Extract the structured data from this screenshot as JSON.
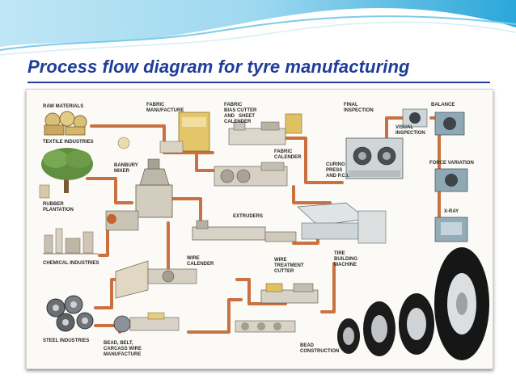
{
  "title": "Process flow diagram for tyre manufacturing",
  "colors": {
    "title": "#1f3d99",
    "flow": "#c4632e",
    "wave": "#2aa7d9"
  },
  "labels": {
    "raw_materials": "RAW MATERIALS",
    "textile_industries": "TEXTILE INDUSTRIES",
    "fabric_manufacture_1": "FABRIC",
    "fabric_manufacture_2": "MANUFACTURE",
    "fabric_bias_1": "FABRIC",
    "fabric_bias_2": "BIAS CUTTER",
    "fabric_bias_3": "AND",
    "fabric_bias_4": "SHEET",
    "fabric_bias_5": "CALENDER",
    "final_inspection_1": "FINAL",
    "final_inspection_2": "INSPECTION",
    "visual_inspection_1": "VISUAL",
    "visual_inspection_2": "INSPECTION",
    "balance": "BALANCE",
    "banbury_mixer_1": "BANBURY",
    "banbury_mixer_2": "MIXER",
    "fabric_calender_1": "FABRIC",
    "fabric_calender_2": "CALENDER",
    "curing_press_1": "CURING",
    "curing_press_2": "PRESS",
    "curing_press_3": "AND P.C.I.",
    "force_variation": "FORCE VARIATION",
    "rubber_plantation_1": "RUBBER",
    "rubber_plantation_2": "PLANTATION",
    "extruders": "EXTRUDERS",
    "x_ray": "X-RAY",
    "chemical_industries": "CHEMICAL INDUSTRIES",
    "tire_building_1": "TIRE",
    "tire_building_2": "BUILDING",
    "tire_building_3": "MACHINE",
    "wire_calender_1": "WIRE",
    "wire_calender_2": "CALENDER",
    "wire_treatment_1": "WIRE",
    "wire_treatment_2": "TREATMENT",
    "wire_treatment_3": "CUTTER",
    "steel_industries": "STEEL INDUSTRIES",
    "bead_belt_1": "BEAD, BELT,",
    "bead_belt_2": "CARCASS WIRE",
    "bead_belt_3": "MANUFACTURE",
    "bead_construction_1": "BEAD",
    "bead_construction_2": "CONSTRUCTION"
  }
}
